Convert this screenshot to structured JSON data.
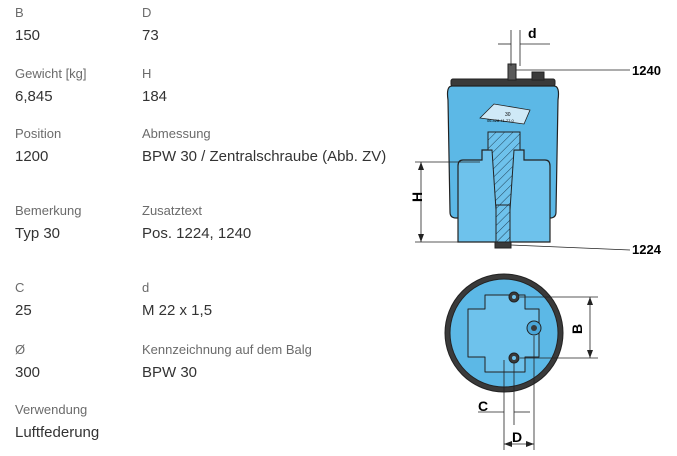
{
  "specs": [
    {
      "label": "B",
      "value": "150"
    },
    {
      "label": "D",
      "value": "73"
    },
    {
      "label": "Gewicht [kg]",
      "value": "6,845"
    },
    {
      "label": "H",
      "value": "184"
    },
    {
      "label": "Position",
      "value": "1200"
    },
    {
      "label": "Abmessung",
      "value": "BPW 30 / Zentralschraube (Abb. ZV)"
    },
    {
      "label": "Bemerkung",
      "value": "Typ 30"
    },
    {
      "label": "Zusatztext",
      "value": "Pos. 1224, 1240"
    },
    {
      "label": "C",
      "value": "25"
    },
    {
      "label": "d",
      "value": "M 22 x 1,5"
    },
    {
      "label": "Ø",
      "value": "300"
    },
    {
      "label": "Kennzeichnung auf dem Balg",
      "value": "BPW 30"
    },
    {
      "label": "Verwendung",
      "value": "Luftfederung"
    }
  ],
  "drawing": {
    "callout_top": "1240",
    "callout_bottom": "1224",
    "dim_d": "d",
    "dim_h": "H",
    "dim_b": "B",
    "dim_c": "C",
    "dim_D": "D",
    "badge_number": "30",
    "badge_code": "06.428.41.77.0",
    "colors": {
      "bellow": "#5cb8e6",
      "piston": "#6ec2ec",
      "outline": "#222222"
    }
  }
}
